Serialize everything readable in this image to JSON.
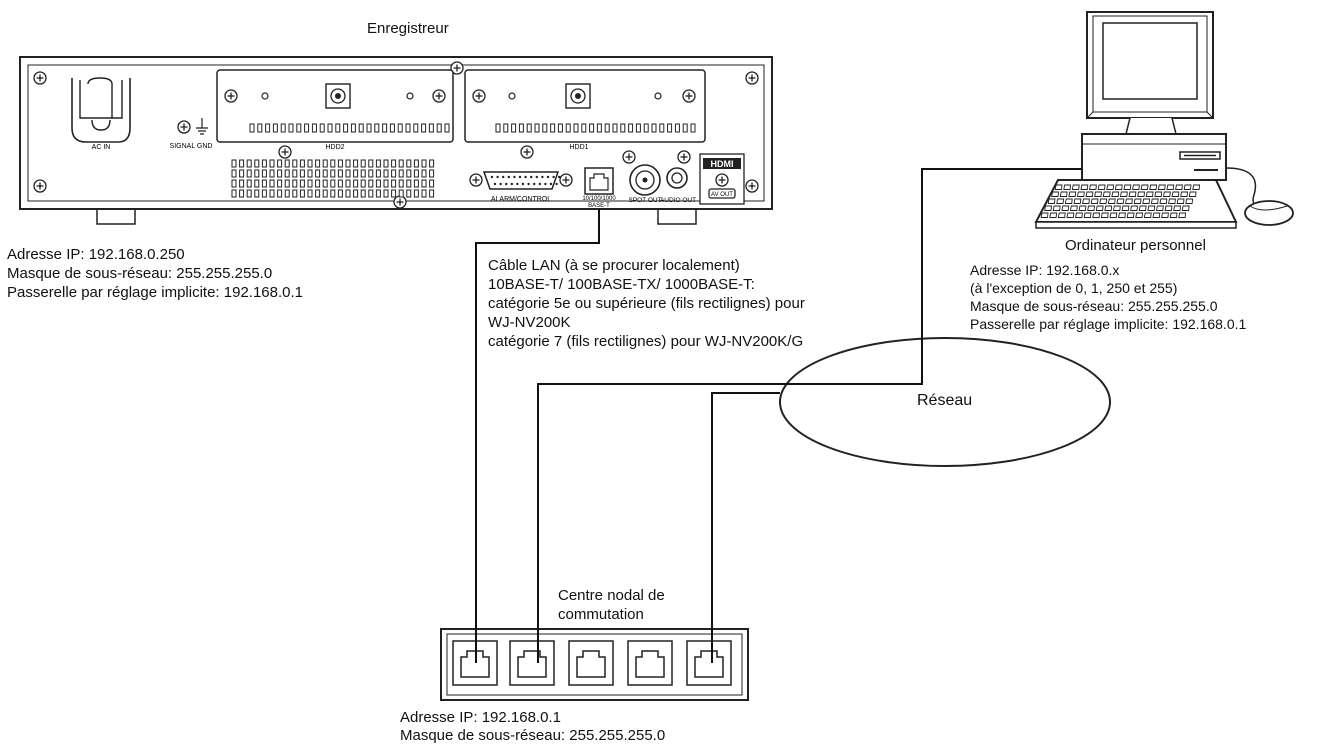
{
  "recorder": {
    "title": "Enregistreur",
    "panel_labels": {
      "ac_in": "AC IN",
      "signal_gnd": "SIGNAL GND",
      "hdd2": "HDD2",
      "hdd1": "HDD1",
      "alarm_control": "ALARM/CONTROL",
      "lan_port_line1": "10/100/1000",
      "lan_port_line2": "BASE-T",
      "spot_out": "SPOT OUT",
      "audio_out": "AUDIO OUT",
      "hdmi": "HDMI",
      "av_out": "AV OUT"
    },
    "settings": [
      "Adresse IP: 192.168.0.250",
      "Masque de sous-réseau: 255.255.255.0",
      "Passerelle par réglage implicite: 192.168.0.1"
    ]
  },
  "cable": {
    "lines": [
      "Câble LAN (à se procurer localement)",
      "10BASE-T/ 100BASE-TX/ 1000BASE-T:",
      "catégorie 5e ou supérieure (fils rectilignes) pour",
      "WJ-NV200K",
      "catégorie 7 (fils rectilignes) pour WJ-NV200K/G"
    ]
  },
  "pc": {
    "title": "Ordinateur personnel",
    "settings": [
      "Adresse IP: 192.168.0.x",
      "(à l'exception de 0, 1, 250 et 255)",
      "Masque de sous-réseau: 255.255.255.0",
      "Passerelle par réglage implicite: 192.168.0.1"
    ]
  },
  "network": {
    "label": "Réseau"
  },
  "hub": {
    "title": [
      "Centre nodal de",
      "commutation"
    ],
    "settings": [
      "Adresse IP: 192.168.0.1",
      "Masque de sous-réseau: 255.255.255.0"
    ]
  }
}
